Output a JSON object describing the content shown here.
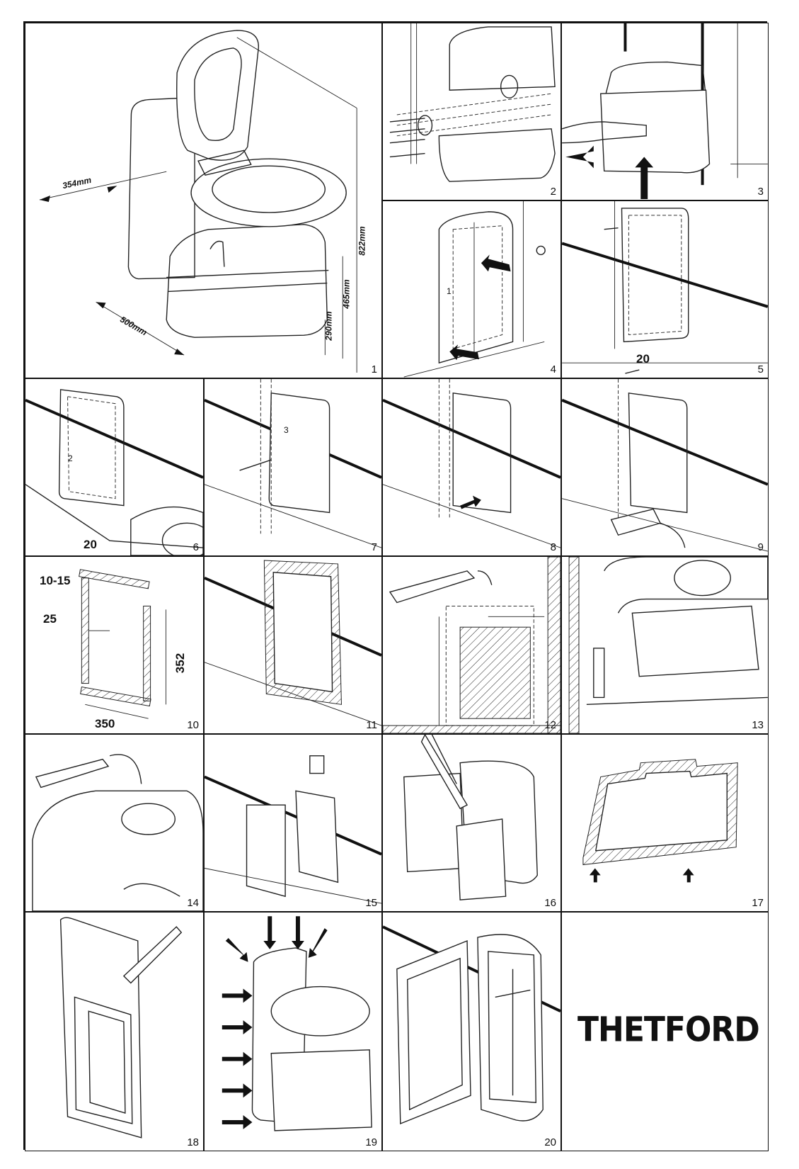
{
  "document": {
    "brand_logo": "THETFORD",
    "panels": [
      {
        "number": "1",
        "dimensions": [
          "354mm",
          "500mm",
          "822mm",
          "465mm",
          "290mm"
        ]
      },
      {
        "number": "2"
      },
      {
        "number": "3"
      },
      {
        "number": "4",
        "part_label": "1"
      },
      {
        "number": "5",
        "dimension": "20"
      },
      {
        "number": "6",
        "dimension": "20",
        "part_label": "2"
      },
      {
        "number": "7",
        "part_label": "3"
      },
      {
        "number": "8"
      },
      {
        "number": "9"
      },
      {
        "number": "10",
        "dimensions": [
          "10-15",
          "25",
          "352",
          "350"
        ]
      },
      {
        "number": "11"
      },
      {
        "number": "12"
      },
      {
        "number": "13"
      },
      {
        "number": "14"
      },
      {
        "number": "15"
      },
      {
        "number": "16"
      },
      {
        "number": "17"
      },
      {
        "number": "18"
      },
      {
        "number": "19"
      },
      {
        "number": "20"
      }
    ]
  }
}
